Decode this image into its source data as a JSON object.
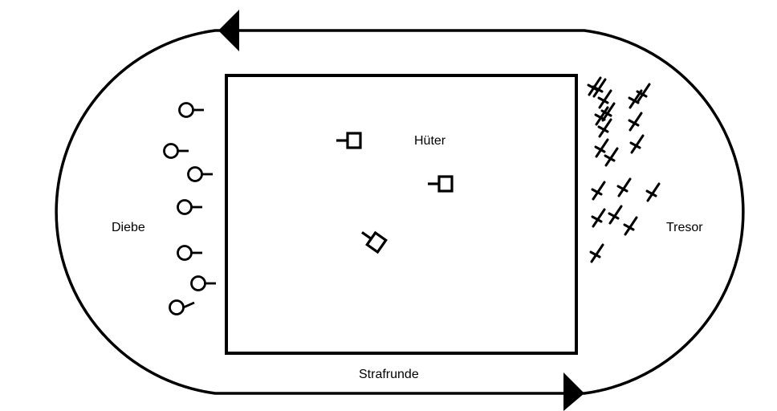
{
  "labels": {
    "guards": "Hüter",
    "thieves": "Diebe",
    "treasure": "Tresor",
    "penalty_lap": "Strafrunde"
  },
  "counts": {
    "thieves": 7,
    "guards": 3,
    "treasure_sticks": 19
  },
  "colors": {
    "ink": "#000000",
    "background": "#ffffff"
  },
  "icons": [
    "thief-marker-icon",
    "guard-marker-icon",
    "treasure-stick-icon",
    "direction-arrow-icon"
  ]
}
